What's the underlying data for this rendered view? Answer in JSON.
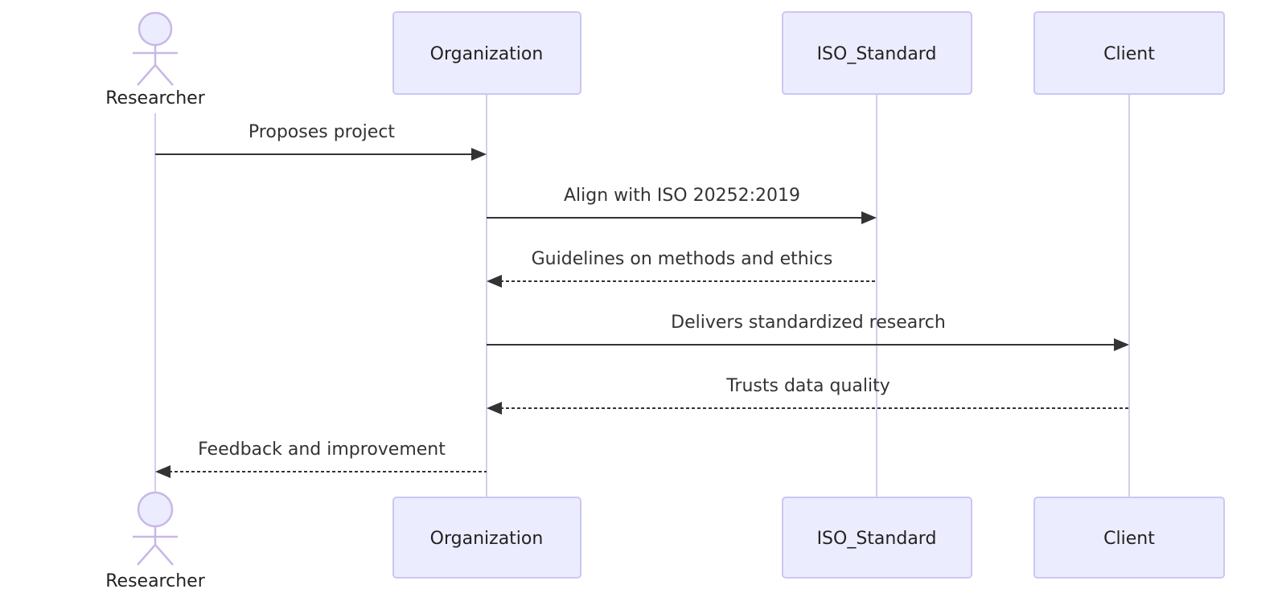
{
  "diagram": {
    "type": "sequence-diagram",
    "background_color": "#ffffff",
    "colors": {
      "participant_fill": "#ececff",
      "participant_border": "#ccc6f2",
      "lifeline": "#d5ccee",
      "actor_figure": "#c9b7e8",
      "message": "#333333",
      "text": "#333333"
    },
    "actors": [
      {
        "id": "researcher",
        "label": "Researcher",
        "kind": "actor"
      },
      {
        "id": "organization",
        "label": "Organization",
        "kind": "participant"
      },
      {
        "id": "iso_standard",
        "label": "ISO_Standard",
        "kind": "participant"
      },
      {
        "id": "client",
        "label": "Client",
        "kind": "participant"
      }
    ],
    "messages": [
      {
        "index": 1,
        "from": "researcher",
        "to": "organization",
        "label": "Proposes project",
        "line": "solid",
        "direction": "right"
      },
      {
        "index": 2,
        "from": "organization",
        "to": "iso_standard",
        "label": "Align with ISO 20252:2019",
        "line": "solid",
        "direction": "right"
      },
      {
        "index": 3,
        "from": "iso_standard",
        "to": "organization",
        "label": "Guidelines on methods and ethics",
        "line": "dashed",
        "direction": "left"
      },
      {
        "index": 4,
        "from": "organization",
        "to": "client",
        "label": "Delivers standardized research",
        "line": "solid",
        "direction": "right"
      },
      {
        "index": 5,
        "from": "client",
        "to": "organization",
        "label": "Trusts data quality",
        "line": "dashed",
        "direction": "left"
      },
      {
        "index": 6,
        "from": "organization",
        "to": "researcher",
        "label": "Feedback and improvement",
        "line": "dashed",
        "direction": "left"
      }
    ]
  }
}
